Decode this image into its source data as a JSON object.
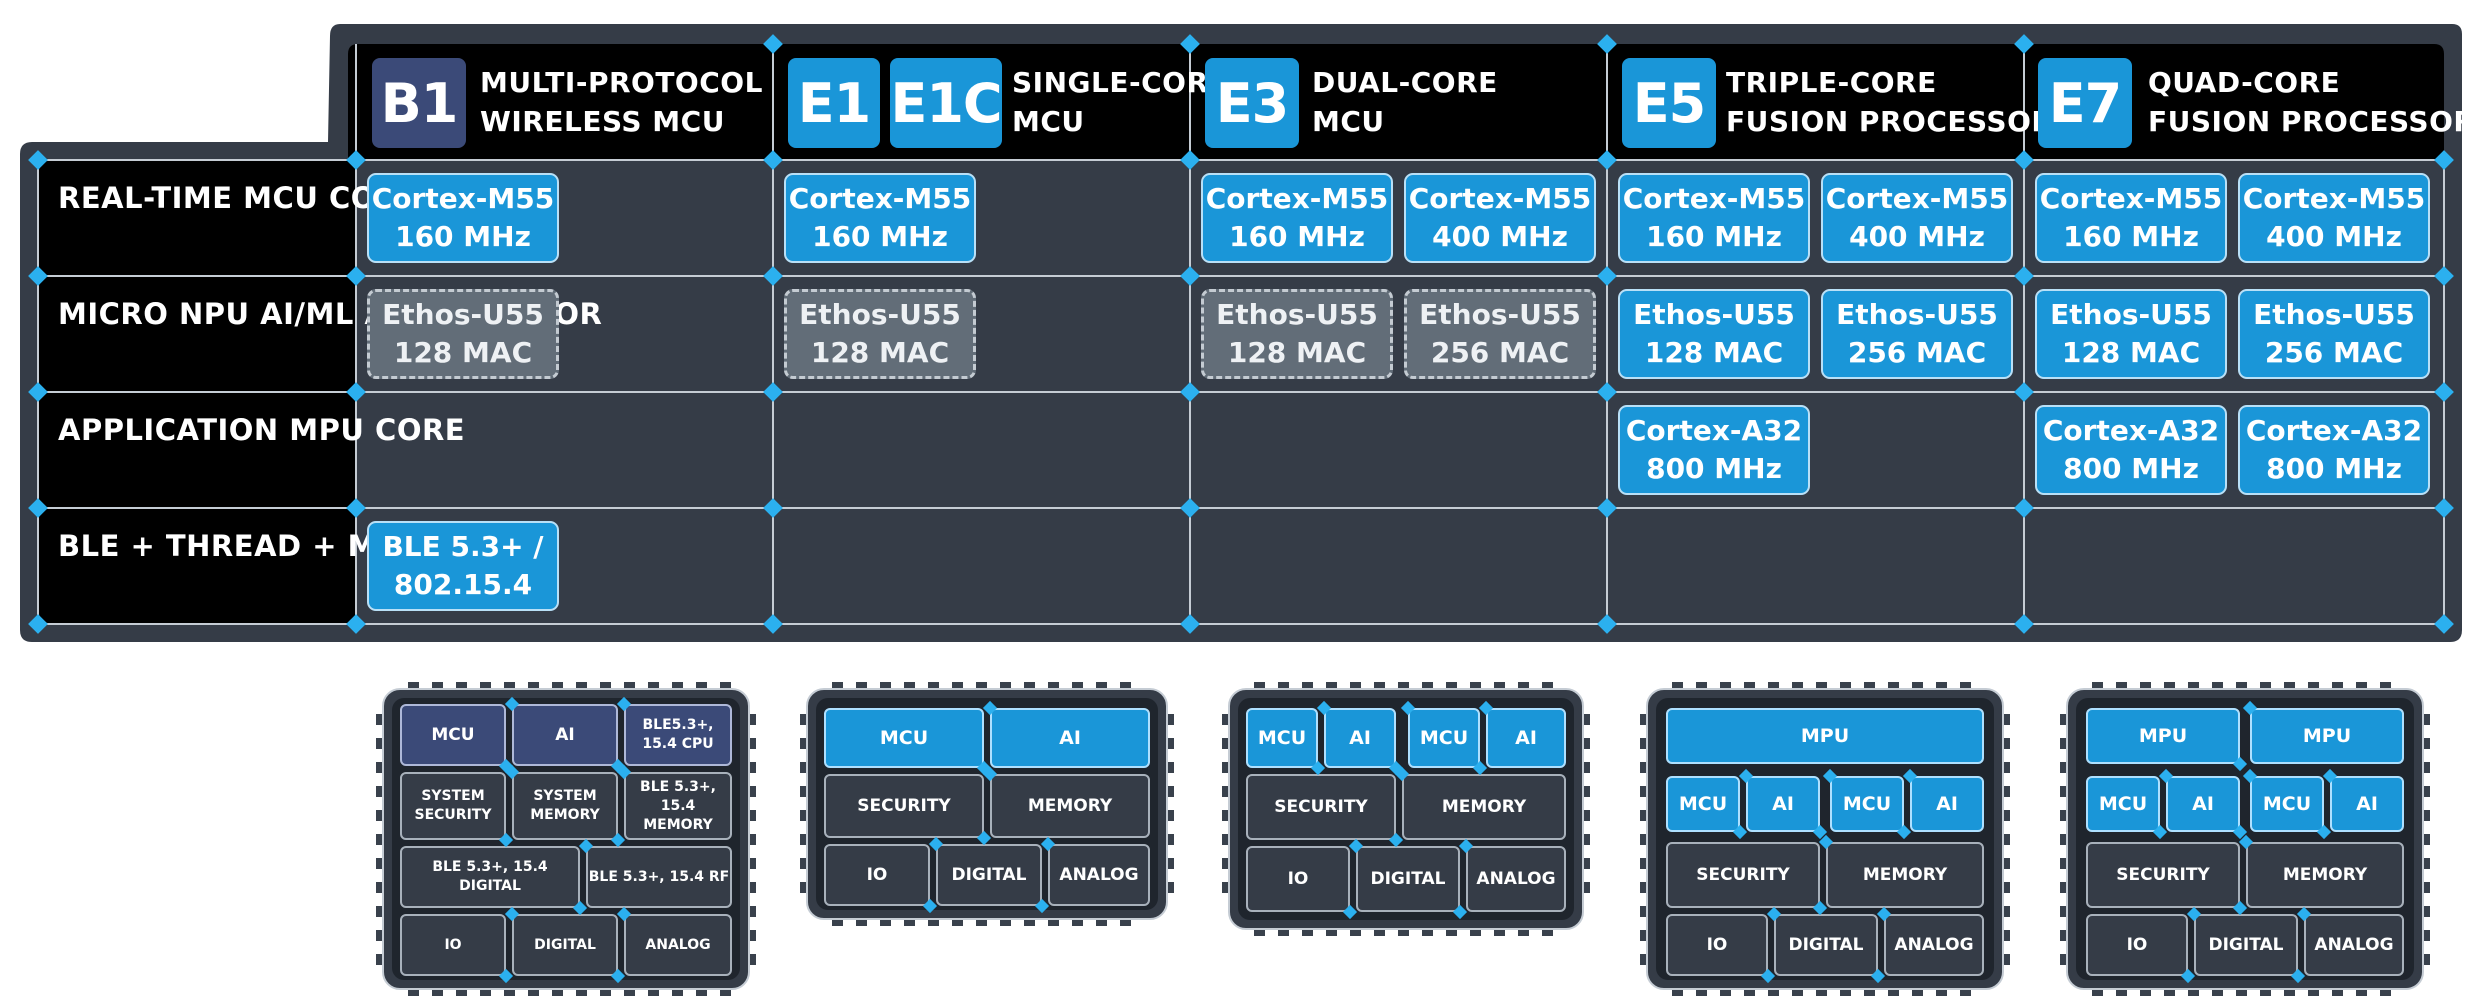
{
  "colors": {
    "chip_blue": "#1a96d8",
    "chip_disabled": "#626d78",
    "badge_b1": "#3b4a78",
    "frame": "#353c47",
    "header": "#000000",
    "accent_diamond": "#2bb0ef"
  },
  "table": {
    "row_labels": [
      "REAL-TIME\nMCU CORE",
      "MICRO NPU AI/ML\nACCELERATOR",
      "APPLICATION\nMPU CORE",
      "BLE + THREAD\n+ MATTER"
    ],
    "columns": [
      {
        "badges": [
          "B1"
        ],
        "title": "MULTI-PROTOCOL\nWIRELESS MCU",
        "rows": [
          [
            {
              "text": "Cortex-M55\n160 MHz",
              "state": "active"
            }
          ],
          [
            {
              "text": "Ethos-U55\n128 MAC",
              "state": "disabled"
            }
          ],
          [],
          [
            {
              "text": "BLE 5.3+ /\n802.15.4",
              "state": "active"
            }
          ]
        ]
      },
      {
        "badges": [
          "E1",
          "E1C"
        ],
        "title": "SINGLE-CORE\nMCU",
        "rows": [
          [
            {
              "text": "Cortex-M55\n160 MHz",
              "state": "active"
            }
          ],
          [
            {
              "text": "Ethos-U55\n128 MAC",
              "state": "disabled"
            }
          ],
          [],
          []
        ]
      },
      {
        "badges": [
          "E3"
        ],
        "title": "DUAL-CORE\nMCU",
        "rows": [
          [
            {
              "text": "Cortex-M55\n160 MHz",
              "state": "active"
            },
            {
              "text": "Cortex-M55\n400 MHz",
              "state": "active"
            }
          ],
          [
            {
              "text": "Ethos-U55\n128 MAC",
              "state": "disabled"
            },
            {
              "text": "Ethos-U55\n256 MAC",
              "state": "disabled"
            }
          ],
          [],
          []
        ]
      },
      {
        "badges": [
          "E5"
        ],
        "title": "TRIPLE-CORE\nFUSION PROCESSOR",
        "rows": [
          [
            {
              "text": "Cortex-M55\n160 MHz",
              "state": "active"
            },
            {
              "text": "Cortex-M55\n400 MHz",
              "state": "active"
            }
          ],
          [
            {
              "text": "Ethos-U55\n128 MAC",
              "state": "active"
            },
            {
              "text": "Ethos-U55\n256 MAC",
              "state": "active"
            }
          ],
          [
            {
              "text": "Cortex-A32\n800 MHz",
              "state": "active"
            }
          ],
          []
        ]
      },
      {
        "badges": [
          "E7"
        ],
        "title": "QUAD-CORE\nFUSION PROCESSOR",
        "rows": [
          [
            {
              "text": "Cortex-M55\n160 MHz",
              "state": "active"
            },
            {
              "text": "Cortex-M55\n400 MHz",
              "state": "active"
            }
          ],
          [
            {
              "text": "Ethos-U55\n128 MAC",
              "state": "active"
            },
            {
              "text": "Ethos-U55\n256 MAC",
              "state": "active"
            }
          ],
          [
            {
              "text": "Cortex-A32\n800 MHz",
              "state": "active"
            },
            {
              "text": "Cortex-A32\n800 MHz",
              "state": "active"
            }
          ],
          []
        ]
      }
    ]
  },
  "packages": [
    {
      "id": "b1",
      "cells": [
        {
          "text": "MCU",
          "style": "navy"
        },
        {
          "text": "AI",
          "style": "navy"
        },
        {
          "text": "BLE5.3+,\n15.4 CPU",
          "style": "navy"
        },
        {
          "text": "SYSTEM\nSECURITY",
          "style": "dark"
        },
        {
          "text": "SYSTEM\nMEMORY",
          "style": "dark"
        },
        {
          "text": "BLE 5.3+,\n15.4 MEMORY",
          "style": "dark"
        },
        {
          "text": "BLE 5.3+, 15.4 DIGITAL",
          "style": "dark"
        },
        {
          "text": "BLE 5.3+, 15.4 RF",
          "style": "dark"
        },
        {
          "text": "IO",
          "style": "dark"
        },
        {
          "text": "DIGITAL",
          "style": "dark"
        },
        {
          "text": "ANALOG",
          "style": "dark"
        }
      ]
    },
    {
      "id": "e1",
      "cells": [
        {
          "text": "MCU",
          "style": "blue"
        },
        {
          "text": "AI",
          "style": "blue"
        },
        {
          "text": "SECURITY",
          "style": "dark"
        },
        {
          "text": "MEMORY",
          "style": "dark"
        },
        {
          "text": "IO",
          "style": "dark"
        },
        {
          "text": "DIGITAL",
          "style": "dark"
        },
        {
          "text": "ANALOG",
          "style": "dark"
        }
      ]
    },
    {
      "id": "e3",
      "cells": [
        {
          "text": "MCU",
          "style": "blue"
        },
        {
          "text": "AI",
          "style": "blue"
        },
        {
          "text": "MCU",
          "style": "blue"
        },
        {
          "text": "AI",
          "style": "blue"
        },
        {
          "text": "SECURITY",
          "style": "dark"
        },
        {
          "text": "MEMORY",
          "style": "dark"
        },
        {
          "text": "IO",
          "style": "dark"
        },
        {
          "text": "DIGITAL",
          "style": "dark"
        },
        {
          "text": "ANALOG",
          "style": "dark"
        }
      ]
    },
    {
      "id": "e5",
      "cells": [
        {
          "text": "MPU",
          "style": "blue"
        },
        {
          "text": "MCU",
          "style": "blue"
        },
        {
          "text": "AI",
          "style": "blue"
        },
        {
          "text": "MCU",
          "style": "blue"
        },
        {
          "text": "AI",
          "style": "blue"
        },
        {
          "text": "SECURITY",
          "style": "dark"
        },
        {
          "text": "MEMORY",
          "style": "dark"
        },
        {
          "text": "IO",
          "style": "dark"
        },
        {
          "text": "DIGITAL",
          "style": "dark"
        },
        {
          "text": "ANALOG",
          "style": "dark"
        }
      ]
    },
    {
      "id": "e7",
      "cells": [
        {
          "text": "MPU",
          "style": "blue"
        },
        {
          "text": "MPU",
          "style": "blue"
        },
        {
          "text": "MCU",
          "style": "blue"
        },
        {
          "text": "AI",
          "style": "blue"
        },
        {
          "text": "MCU",
          "style": "blue"
        },
        {
          "text": "AI",
          "style": "blue"
        },
        {
          "text": "SECURITY",
          "style": "dark"
        },
        {
          "text": "MEMORY",
          "style": "dark"
        },
        {
          "text": "IO",
          "style": "dark"
        },
        {
          "text": "DIGITAL",
          "style": "dark"
        },
        {
          "text": "ANALOG",
          "style": "dark"
        }
      ]
    }
  ]
}
